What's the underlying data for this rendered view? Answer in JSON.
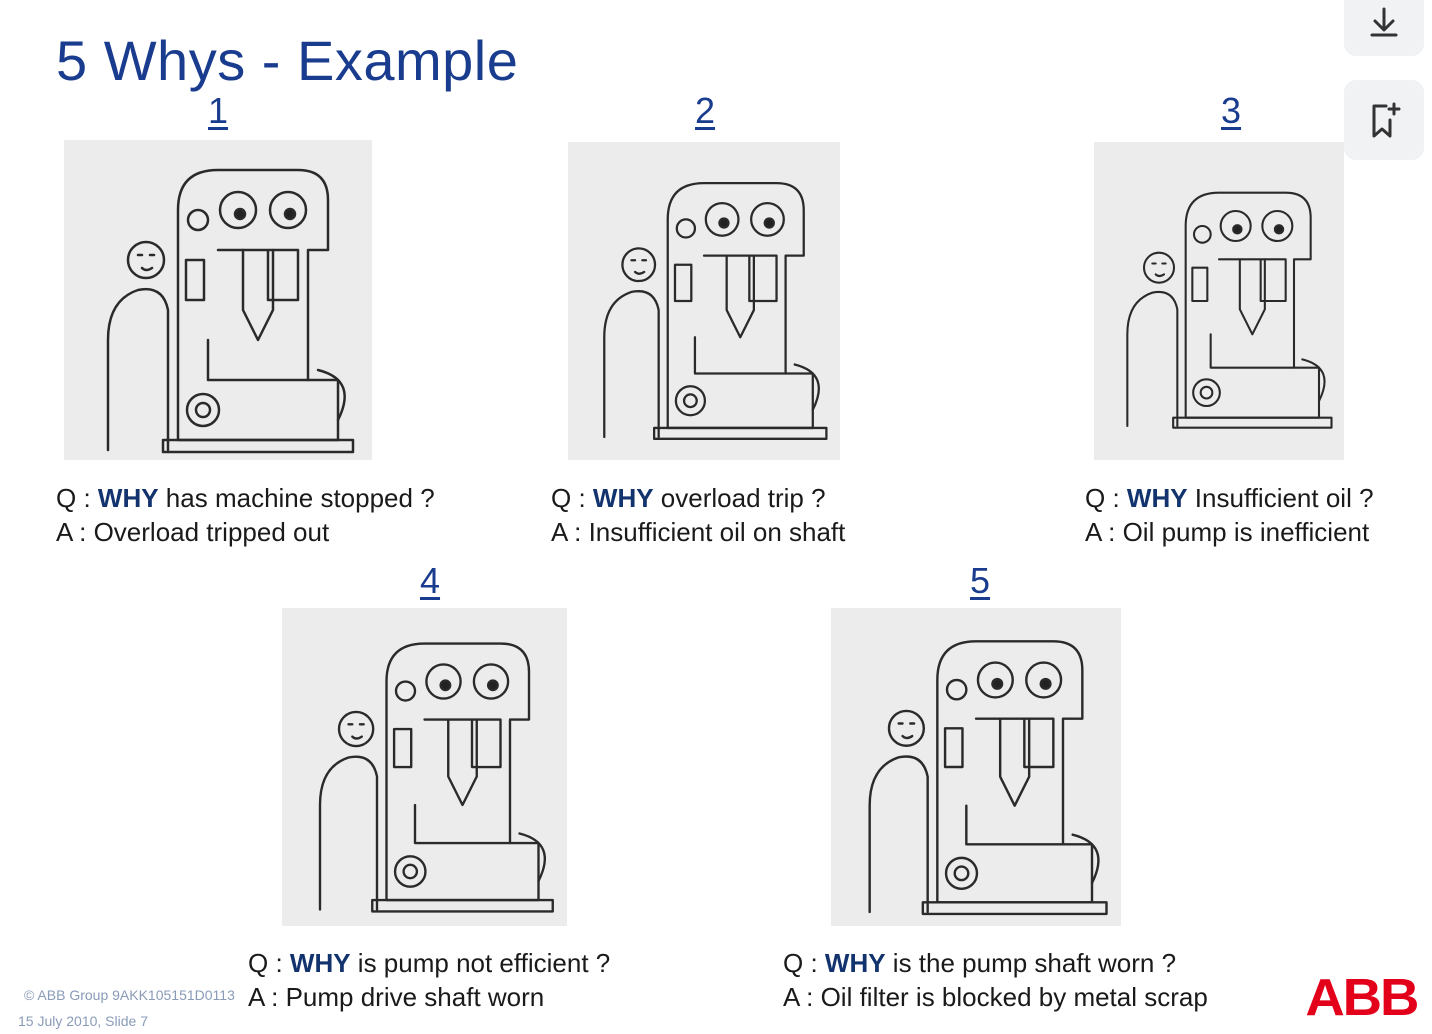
{
  "slide": {
    "title": "5 Whys - Example"
  },
  "steps": [
    {
      "number": "1",
      "q_prefix": "Q : ",
      "q_why": "WHY",
      "q_rest": " has machine stopped ?",
      "answer": "A : Overload tripped out"
    },
    {
      "number": "2",
      "q_prefix": "Q : ",
      "q_why": "WHY",
      "q_rest": " overload trip ?",
      "answer": "A : Insufficient oil on shaft"
    },
    {
      "number": "3",
      "q_prefix": "Q : ",
      "q_why": "WHY",
      "q_rest": " Insufficient oil ?",
      "answer": "A : Oil pump is inefficient"
    },
    {
      "number": "4",
      "q_prefix": "Q : ",
      "q_why": "WHY",
      "q_rest": " is pump not efficient ?",
      "answer": "A : Pump drive shaft worn"
    },
    {
      "number": "5",
      "q_prefix": "Q : ",
      "q_why": "WHY",
      "q_rest": " is the pump shaft worn ?",
      "answer": "A : Oil filter is blocked by metal scrap"
    }
  ],
  "footer": {
    "copyright": "© ABB Group   9AKK105151D0113",
    "date_slide": "15 July 2010,  Slide 7"
  },
  "logo": {
    "text": "ABB",
    "color": "#e2001a"
  },
  "toolbar": {
    "download_icon": "download-icon",
    "bookmark_icon": "bookmark-add-icon"
  },
  "colors": {
    "title": "#1a3c8e",
    "why": "#12336e"
  }
}
